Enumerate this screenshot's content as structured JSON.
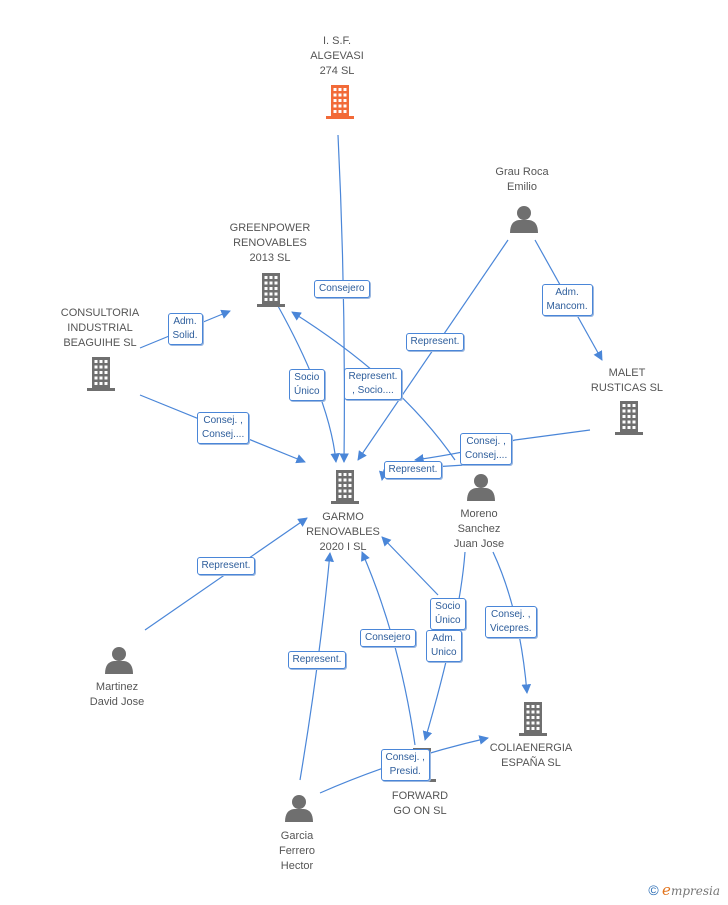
{
  "nodes": {
    "isf": {
      "name": "I. S.F. ALGEVASI 274 SL",
      "lines": [
        "I. S.F.",
        "ALGEVASI",
        "274 SL"
      ],
      "type": "company",
      "color": "#f26a38"
    },
    "greenpower": {
      "name": "GREENPOWER RENOVABLES 2013 SL",
      "lines": [
        "GREENPOWER",
        "RENOVABLES",
        "2013 SL"
      ],
      "type": "company"
    },
    "consultoria": {
      "name": "CONSULTORIA INDUSTRIAL BEAGUIHE SL",
      "lines": [
        "CONSULTORIA",
        "INDUSTRIAL",
        "BEAGUIHE SL"
      ],
      "type": "company"
    },
    "grau": {
      "name": "Grau Roca Emilio",
      "lines": [
        "Grau Roca",
        "Emilio"
      ],
      "type": "person"
    },
    "malet": {
      "name": "MALET RUSTICAS SL",
      "lines": [
        "MALET",
        "RUSTICAS SL"
      ],
      "type": "company"
    },
    "garmo": {
      "name": "GARMO RENOVABLES 2020 I SL",
      "lines": [
        "GARMO",
        "RENOVABLES",
        "2020 I SL"
      ],
      "type": "company"
    },
    "moreno": {
      "name": "Moreno Sanchez Juan Jose",
      "lines": [
        "Moreno",
        "Sanchez",
        "Juan Jose"
      ],
      "type": "person"
    },
    "martinez": {
      "name": "Martinez David Jose",
      "lines": [
        "Martinez",
        "David Jose"
      ],
      "type": "person"
    },
    "coliaenergia": {
      "name": "COLIAENERGIA ESPAÑA SL",
      "lines": [
        "COLIAENERGIA",
        "ESPAÑA SL"
      ],
      "type": "company"
    },
    "forward": {
      "name": "FORWARD GO ON SL",
      "lines": [
        "FORWARD",
        "GO ON SL"
      ],
      "type": "company"
    },
    "garcia": {
      "name": "Garcia Ferrero Hector",
      "lines": [
        "Garcia",
        "Ferrero",
        "Hector"
      ],
      "type": "person"
    }
  },
  "edges": [
    {
      "id": "e1",
      "from": "isf",
      "to": "garmo",
      "label": [
        "Consejero"
      ]
    },
    {
      "id": "e2",
      "from": "consultoria",
      "to": "greenpower",
      "label": [
        "Adm.",
        "Solid."
      ]
    },
    {
      "id": "e3",
      "from": "greenpower",
      "to": "garmo",
      "label": [
        "Socio",
        "Único"
      ]
    },
    {
      "id": "e4",
      "from": "consultoria",
      "to": "garmo",
      "label": [
        "Consej. ,",
        "Consej...."
      ]
    },
    {
      "id": "e5",
      "from": "grau",
      "to": "garmo",
      "label": [
        "Represent."
      ]
    },
    {
      "id": "e6",
      "from": "grau",
      "to": "malet",
      "label": [
        "Adm.",
        "Mancom."
      ]
    },
    {
      "id": "e7",
      "from": "moreno",
      "to": "greenpower",
      "label": [
        "Represent.",
        ", Socio...."
      ]
    },
    {
      "id": "e8",
      "from": "malet",
      "to": "garmo",
      "label": [
        "Consej. ,",
        "Consej...."
      ]
    },
    {
      "id": "e9",
      "from": "moreno",
      "to": "garmo",
      "label": [
        "Represent."
      ]
    },
    {
      "id": "e10",
      "from": "martinez",
      "to": "garmo",
      "label": [
        "Represent."
      ]
    },
    {
      "id": "e11",
      "from": "coliaenergia",
      "to": "garmo",
      "label": [
        "Socio",
        "Único"
      ]
    },
    {
      "id": "e12",
      "from": "moreno",
      "to": "forward",
      "label": [
        "Adm.",
        "Unico"
      ]
    },
    {
      "id": "e13",
      "from": "moreno",
      "to": "coliaenergia",
      "label": [
        "Consej. ,",
        "Vicepres."
      ]
    },
    {
      "id": "e14",
      "from": "forward",
      "to": "garmo",
      "label": [
        "Consejero"
      ]
    },
    {
      "id": "e15",
      "from": "garcia",
      "to": "garmo",
      "label": [
        "Represent."
      ]
    },
    {
      "id": "e16",
      "from": "garcia",
      "to": "coliaenergia",
      "label": [
        "Consej. ,",
        "Presid."
      ]
    }
  ],
  "footer": {
    "copyright": "©",
    "brand_initial": "e",
    "brand_rest": "mpresia"
  },
  "colors": {
    "edge": "#4a86d8",
    "icon": "#6f6f6f",
    "accent": "#f26a38"
  }
}
